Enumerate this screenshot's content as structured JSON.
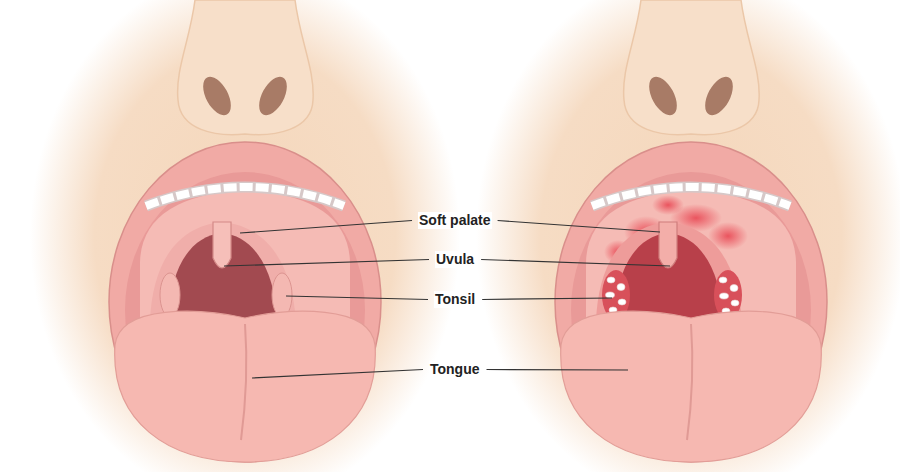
{
  "diagram": {
    "labels": [
      "Soft palate",
      "Uvula",
      "Tonsil",
      "Tongue"
    ]
  }
}
